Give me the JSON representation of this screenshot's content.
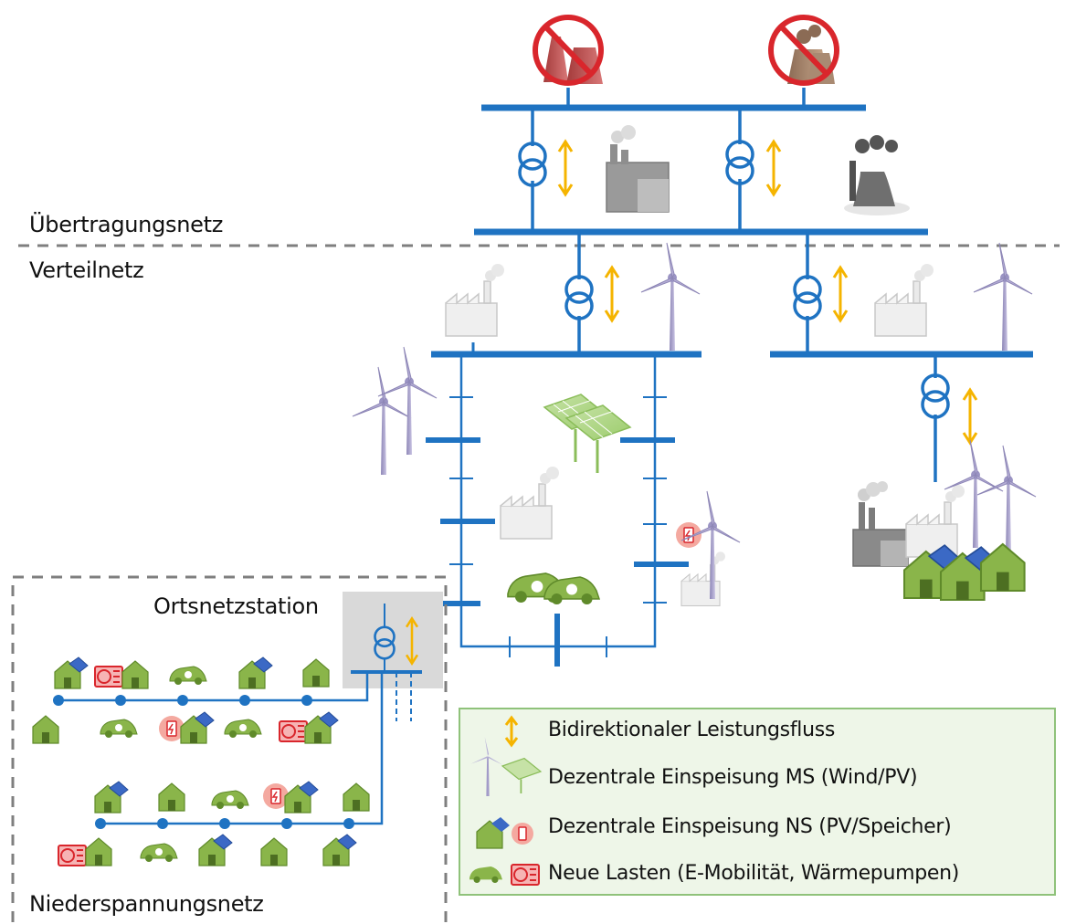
{
  "labels": {
    "transmission": "Übertragungsnetz",
    "distribution": "Verteilnetz",
    "substation": "Ortsnetzstation",
    "low_voltage": "Niederspannungsnetz"
  },
  "legend": {
    "items": [
      {
        "text": "Bidirektionaler Leistungsfluss",
        "icon": "bidirectional-arrow-icon"
      },
      {
        "text": "Dezentrale Einspeisung MS (Wind/PV)",
        "icon": "wind-pv-icon"
      },
      {
        "text": "Dezentrale Einspeisung NS (PV/Speicher)",
        "icon": "house-battery-icon"
      },
      {
        "text": "Neue Lasten (E-Mobilität, Wärmepumpen)",
        "icon": "ev-heatpump-icon"
      }
    ]
  },
  "colors": {
    "bus": "#1f73c2",
    "arrow": "#f5b400",
    "legend_bg": "#eef6e8",
    "legend_border": "#8fc27a",
    "house": "#8ab54a",
    "prohibited": "#d9262c"
  }
}
